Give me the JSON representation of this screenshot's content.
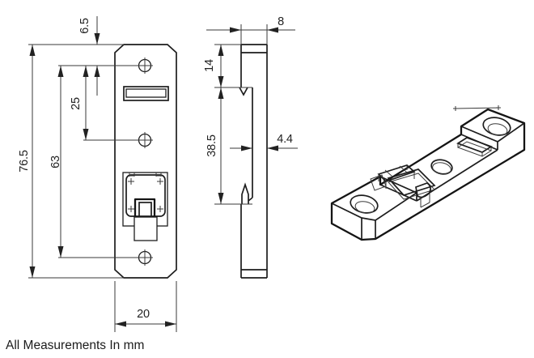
{
  "note": "All Measurements In mm",
  "dims": {
    "overall_height": "76.5",
    "hole_span": "63",
    "hole_pitch": "25",
    "top_hole_offset": "6.5",
    "plate_width": "20",
    "end_depth": "8",
    "top_flange": "14",
    "web_length": "38.5",
    "web_thickness": "4.4"
  },
  "colors": {
    "line": "#1d1d1d",
    "dimension_line": "#3a3a3a",
    "text": "#222222",
    "background": "#ffffff"
  }
}
